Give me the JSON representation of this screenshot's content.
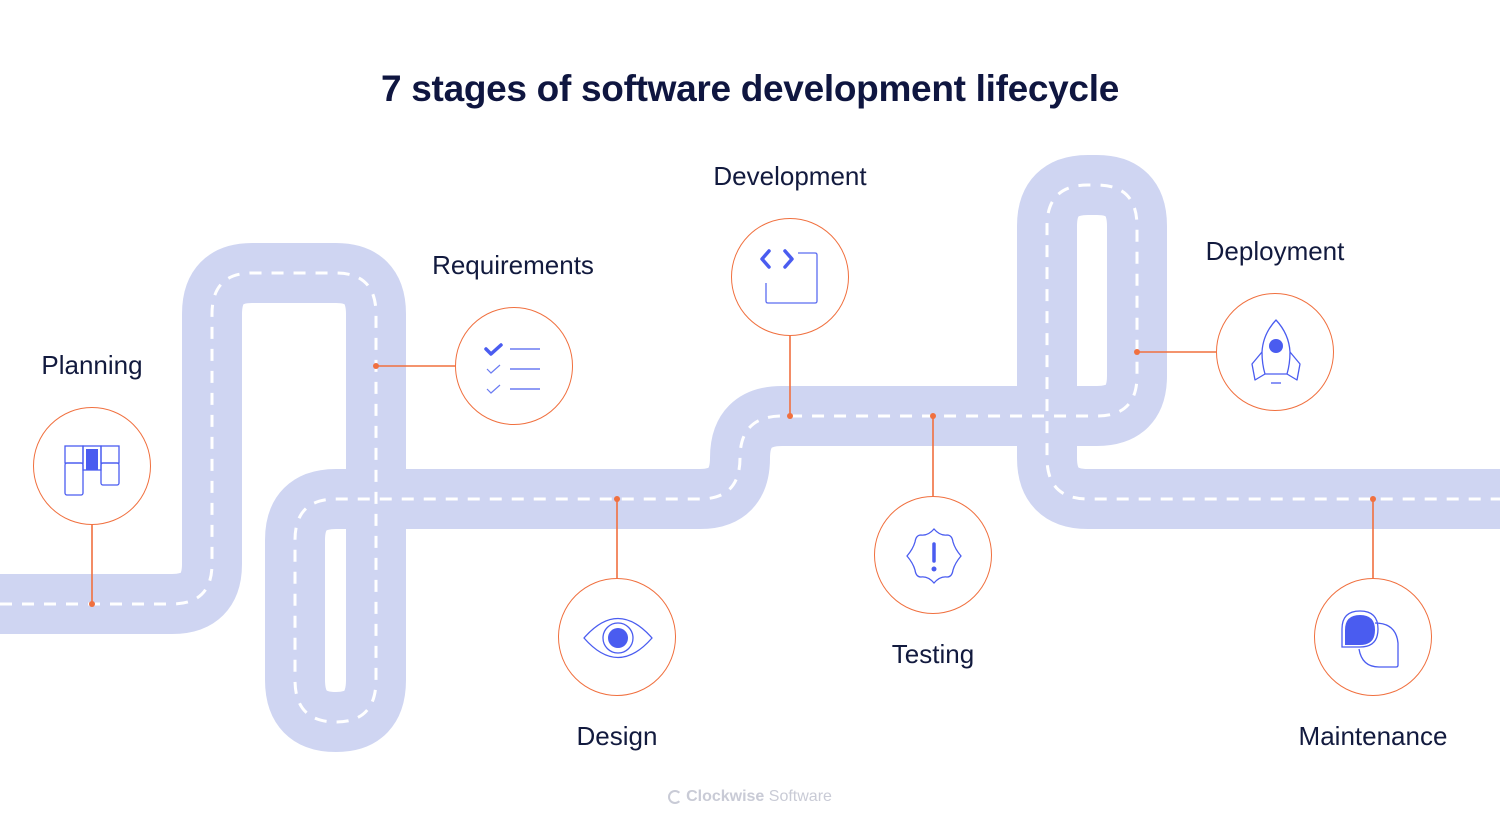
{
  "title": "7 stages of software development lifecycle",
  "colors": {
    "road": "#cfd5f2",
    "dash": "#ffffff",
    "connector": "#f0703f",
    "icon": "#4a5cf0",
    "text": "#121a3e"
  },
  "stages": [
    {
      "order": 1,
      "label": "Planning",
      "icon": "kanban-board-icon"
    },
    {
      "order": 2,
      "label": "Requirements",
      "icon": "checklist-icon"
    },
    {
      "order": 3,
      "label": "Design",
      "icon": "eye-icon"
    },
    {
      "order": 4,
      "label": "Development",
      "icon": "code-window-icon"
    },
    {
      "order": 5,
      "label": "Testing",
      "icon": "alert-badge-icon"
    },
    {
      "order": 6,
      "label": "Deployment",
      "icon": "rocket-icon"
    },
    {
      "order": 7,
      "label": "Maintenance",
      "icon": "chat-bubbles-icon"
    }
  ],
  "footer": {
    "brand_bold": "Clockwise",
    "brand_light": " Software",
    "icon": "clockwise-logo-icon"
  }
}
